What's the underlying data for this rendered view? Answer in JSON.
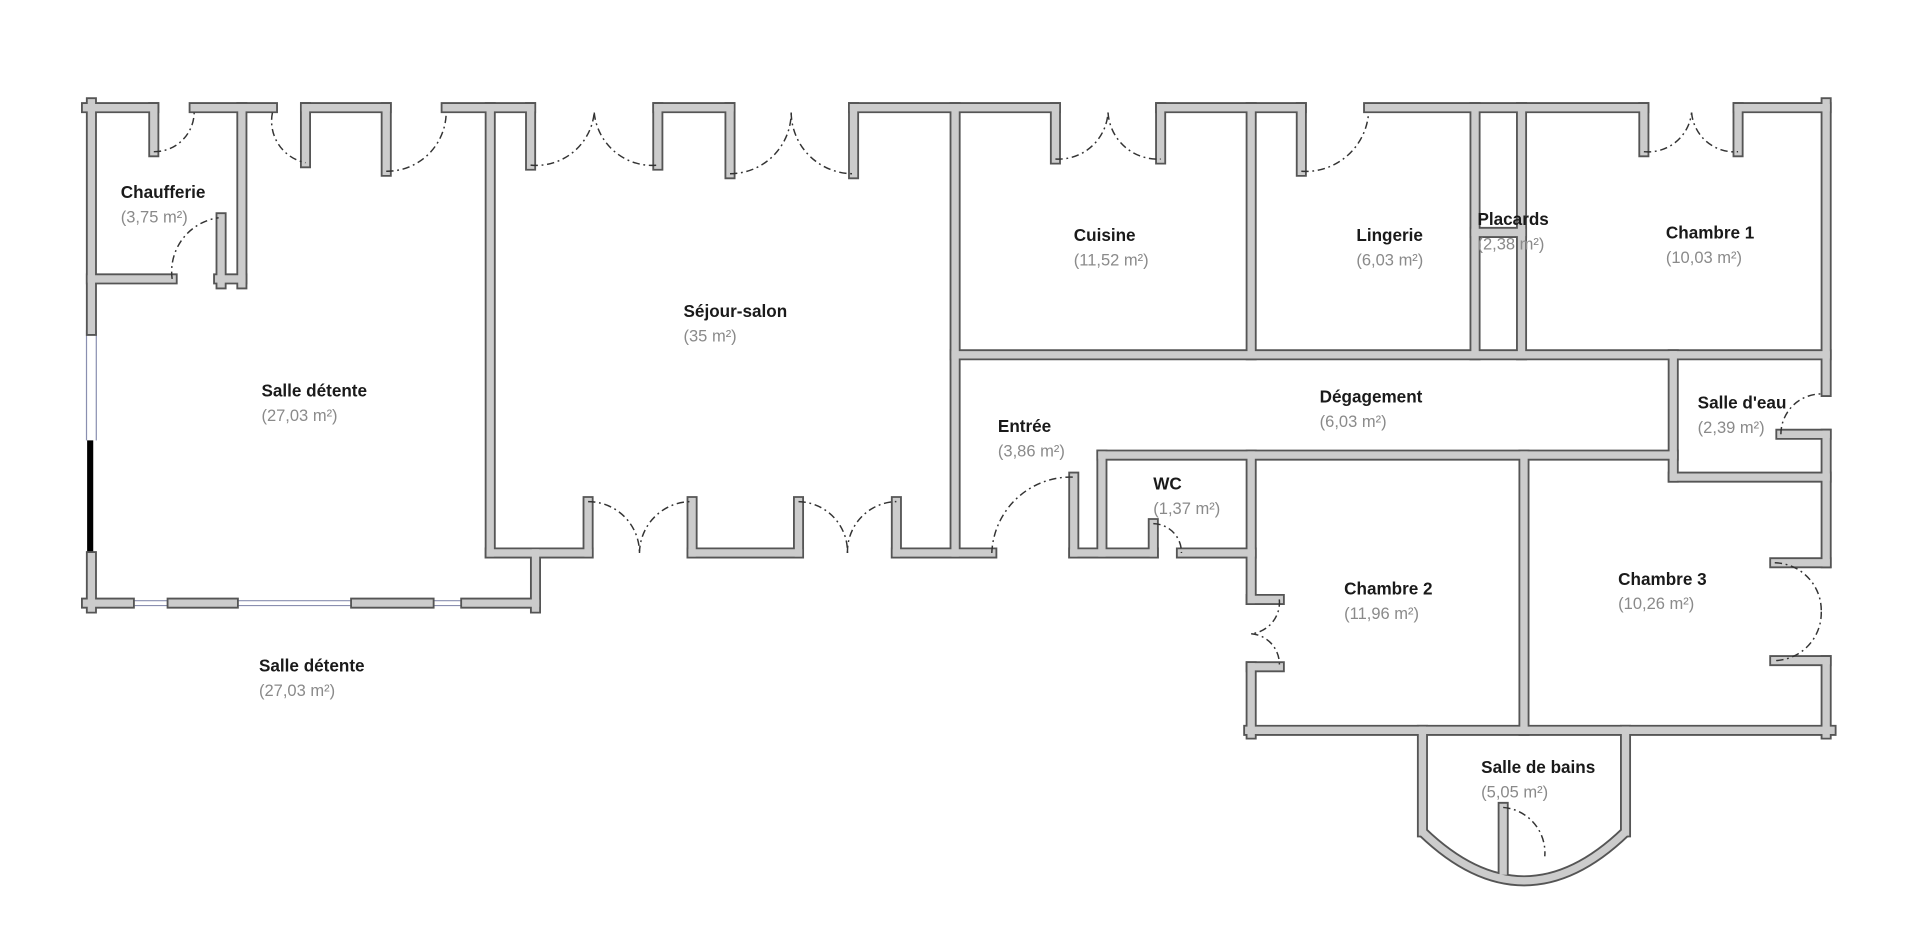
{
  "plan": {
    "rooms": [
      {
        "id": "chaufferie",
        "name": "Chaufferie",
        "area": "(3,75 m²)"
      },
      {
        "id": "salle-detente",
        "name": "Salle détente",
        "area": "(27,03 m²)"
      },
      {
        "id": "salle-detente-exterieur",
        "name": "Salle détente",
        "area": "(27,03 m²)"
      },
      {
        "id": "sejour-salon",
        "name": "Séjour-salon",
        "area": "(35 m²)"
      },
      {
        "id": "cuisine",
        "name": "Cuisine",
        "area": "(11,52 m²)"
      },
      {
        "id": "lingerie",
        "name": "Lingerie",
        "area": "(6,03 m²)"
      },
      {
        "id": "placards",
        "name": "Placards",
        "area": "(2,38 m²)"
      },
      {
        "id": "chambre-1",
        "name": "Chambre 1",
        "area": "(10,03 m²)"
      },
      {
        "id": "degagement",
        "name": "Dégagement",
        "area": "(6,03 m²)"
      },
      {
        "id": "entree",
        "name": "Entrée",
        "area": "(3,86 m²)"
      },
      {
        "id": "salle-deau",
        "name": "Salle d'eau",
        "area": "(2,39 m²)"
      },
      {
        "id": "wc",
        "name": "WC",
        "area": "(1,37 m²)"
      },
      {
        "id": "chambre-2",
        "name": "Chambre 2",
        "area": "(11,96 m²)"
      },
      {
        "id": "chambre-3",
        "name": "Chambre 3",
        "area": "(10,26 m²)"
      },
      {
        "id": "salle-de-bains",
        "name": "Salle de bains",
        "area": "(5,05 m²)"
      }
    ],
    "colors": {
      "wall_fill": "#cccccc",
      "wall_outline": "#555555",
      "door": "#333333",
      "window": "#8a8fb0"
    }
  }
}
